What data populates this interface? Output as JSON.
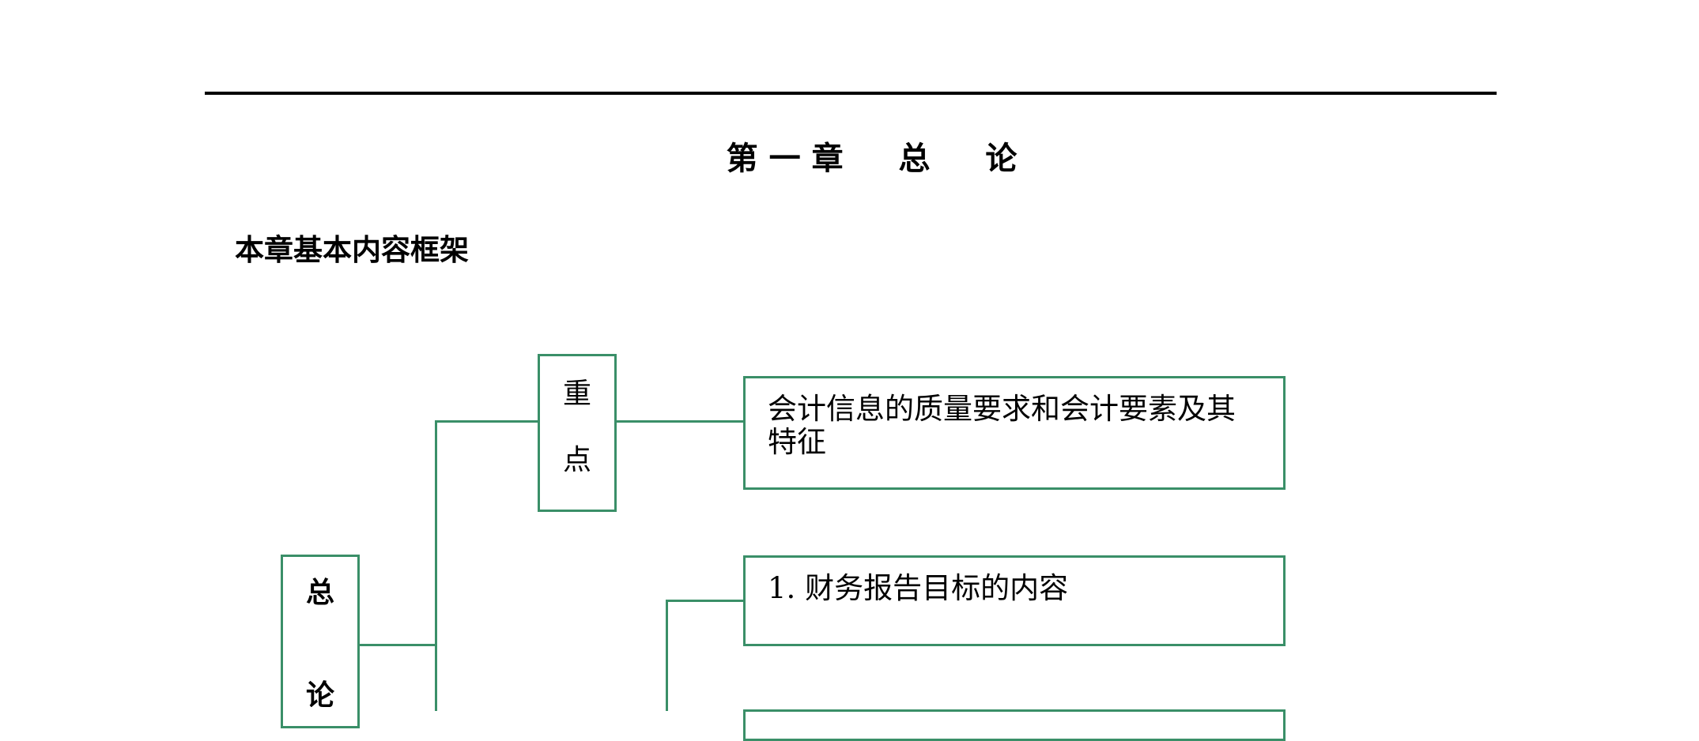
{
  "chapter_title": "第一章  总  论",
  "section_heading": "本章基本内容框架",
  "diagram": {
    "root_chars": [
      "总",
      "论"
    ],
    "key_points_chars": [
      "重",
      "点"
    ],
    "key_points_text": "会计信息的质量要求和会计要素及其特征",
    "item_1": "1. 财务报告目标的内容"
  },
  "colors": {
    "line": "#3a8f68"
  }
}
